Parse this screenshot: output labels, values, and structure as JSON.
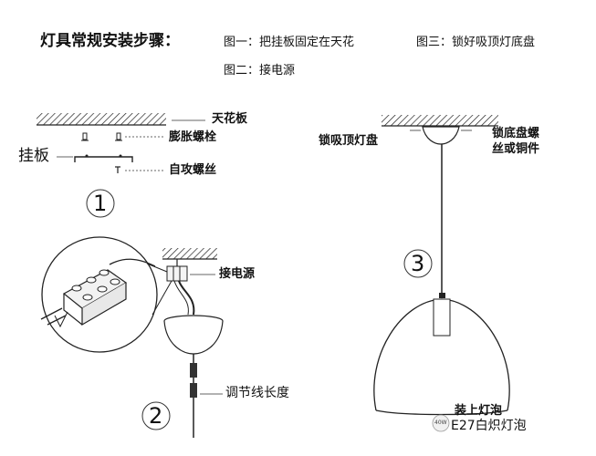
{
  "header": {
    "title": "灯具常规安装步骤：",
    "step1": "图一：把挂板固定在天花",
    "step2": "图二：接电源",
    "step3": "图三：锁好吸顶灯底盘"
  },
  "figure1": {
    "number": "1",
    "ceiling": "天花板",
    "expansion_bolt": "膨胀螺栓",
    "mount_plate": "挂板",
    "self_tapping_screw": "自攻螺丝"
  },
  "figure2": {
    "number": "2",
    "connect_power": "接电源",
    "adjust_length": "调节线长度"
  },
  "figure3": {
    "number": "3",
    "lock_canopy": "锁吸顶灯盘",
    "lock_screw_line1": "锁底盘螺",
    "lock_screw_line2": "丝或铜件",
    "install_bulb": "装上灯泡",
    "bulb_type": "E27白炽灯泡",
    "bulb_wattage": "40W"
  }
}
